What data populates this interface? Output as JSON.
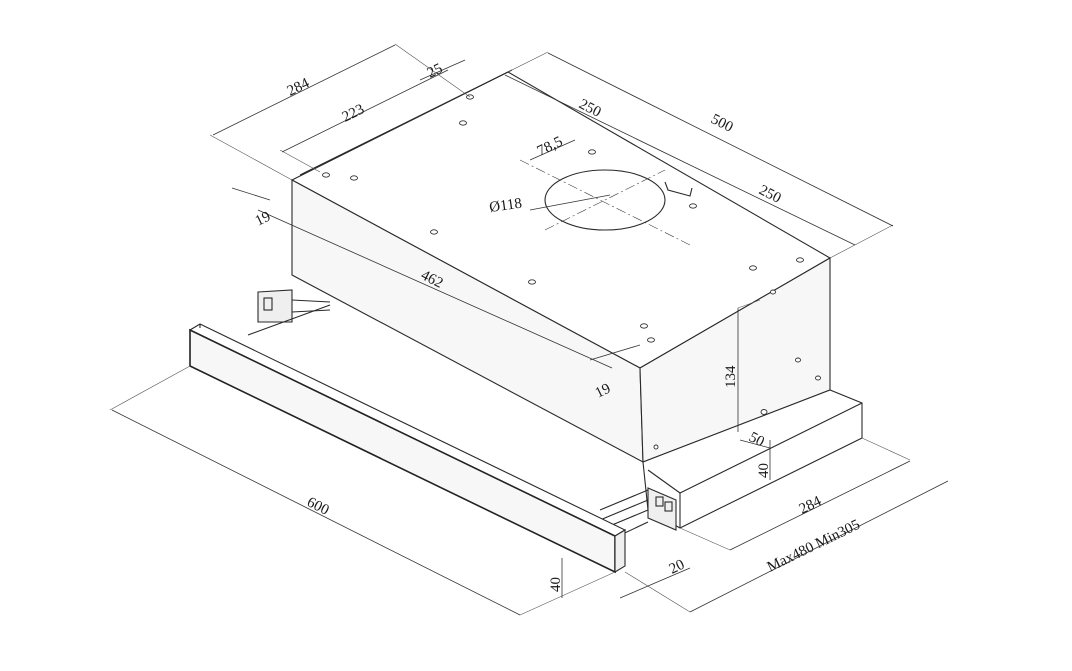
{
  "dimensions": {
    "top_depth": "284",
    "inner_depth": "223",
    "hole_offset": "25",
    "half_width_top": "250",
    "total_width": "500",
    "half_width_right": "250",
    "duct_offset": "78,5",
    "duct_diameter": "Ø118",
    "side_margin_left": "19",
    "hole_spacing": "462",
    "side_margin_right": "19",
    "body_height": "134",
    "front_width": "600",
    "front_height": "40",
    "front_thickness": "20",
    "ledge_depth": "50",
    "ledge_height": "40",
    "bottom_depth": "284",
    "extension_range": "Max480 Min305"
  }
}
